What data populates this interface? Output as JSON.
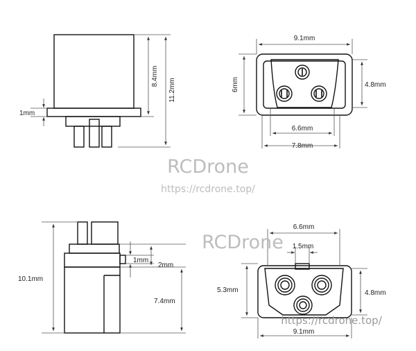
{
  "views": {
    "side": {
      "height": "8.4mm",
      "total_height": "11.2mm",
      "flange": "1mm"
    },
    "top": {
      "width_outer": "9.1mm",
      "height": "6mm",
      "pin_span": "6.6mm",
      "inner_height": "4.8mm",
      "width_body": "7.8mm"
    },
    "front": {
      "total_height": "10.1mm",
      "latch": "1mm",
      "step": "2mm",
      "body": "7.4mm"
    },
    "bottom": {
      "pin_span": "6.6mm",
      "key_width": "1.5mm",
      "height": "5.3mm",
      "inner_height": "4.8mm",
      "width_outer": "9.1mm"
    }
  },
  "watermark": {
    "brand": "RCDrone",
    "url": "https://rcdrone.top/"
  }
}
